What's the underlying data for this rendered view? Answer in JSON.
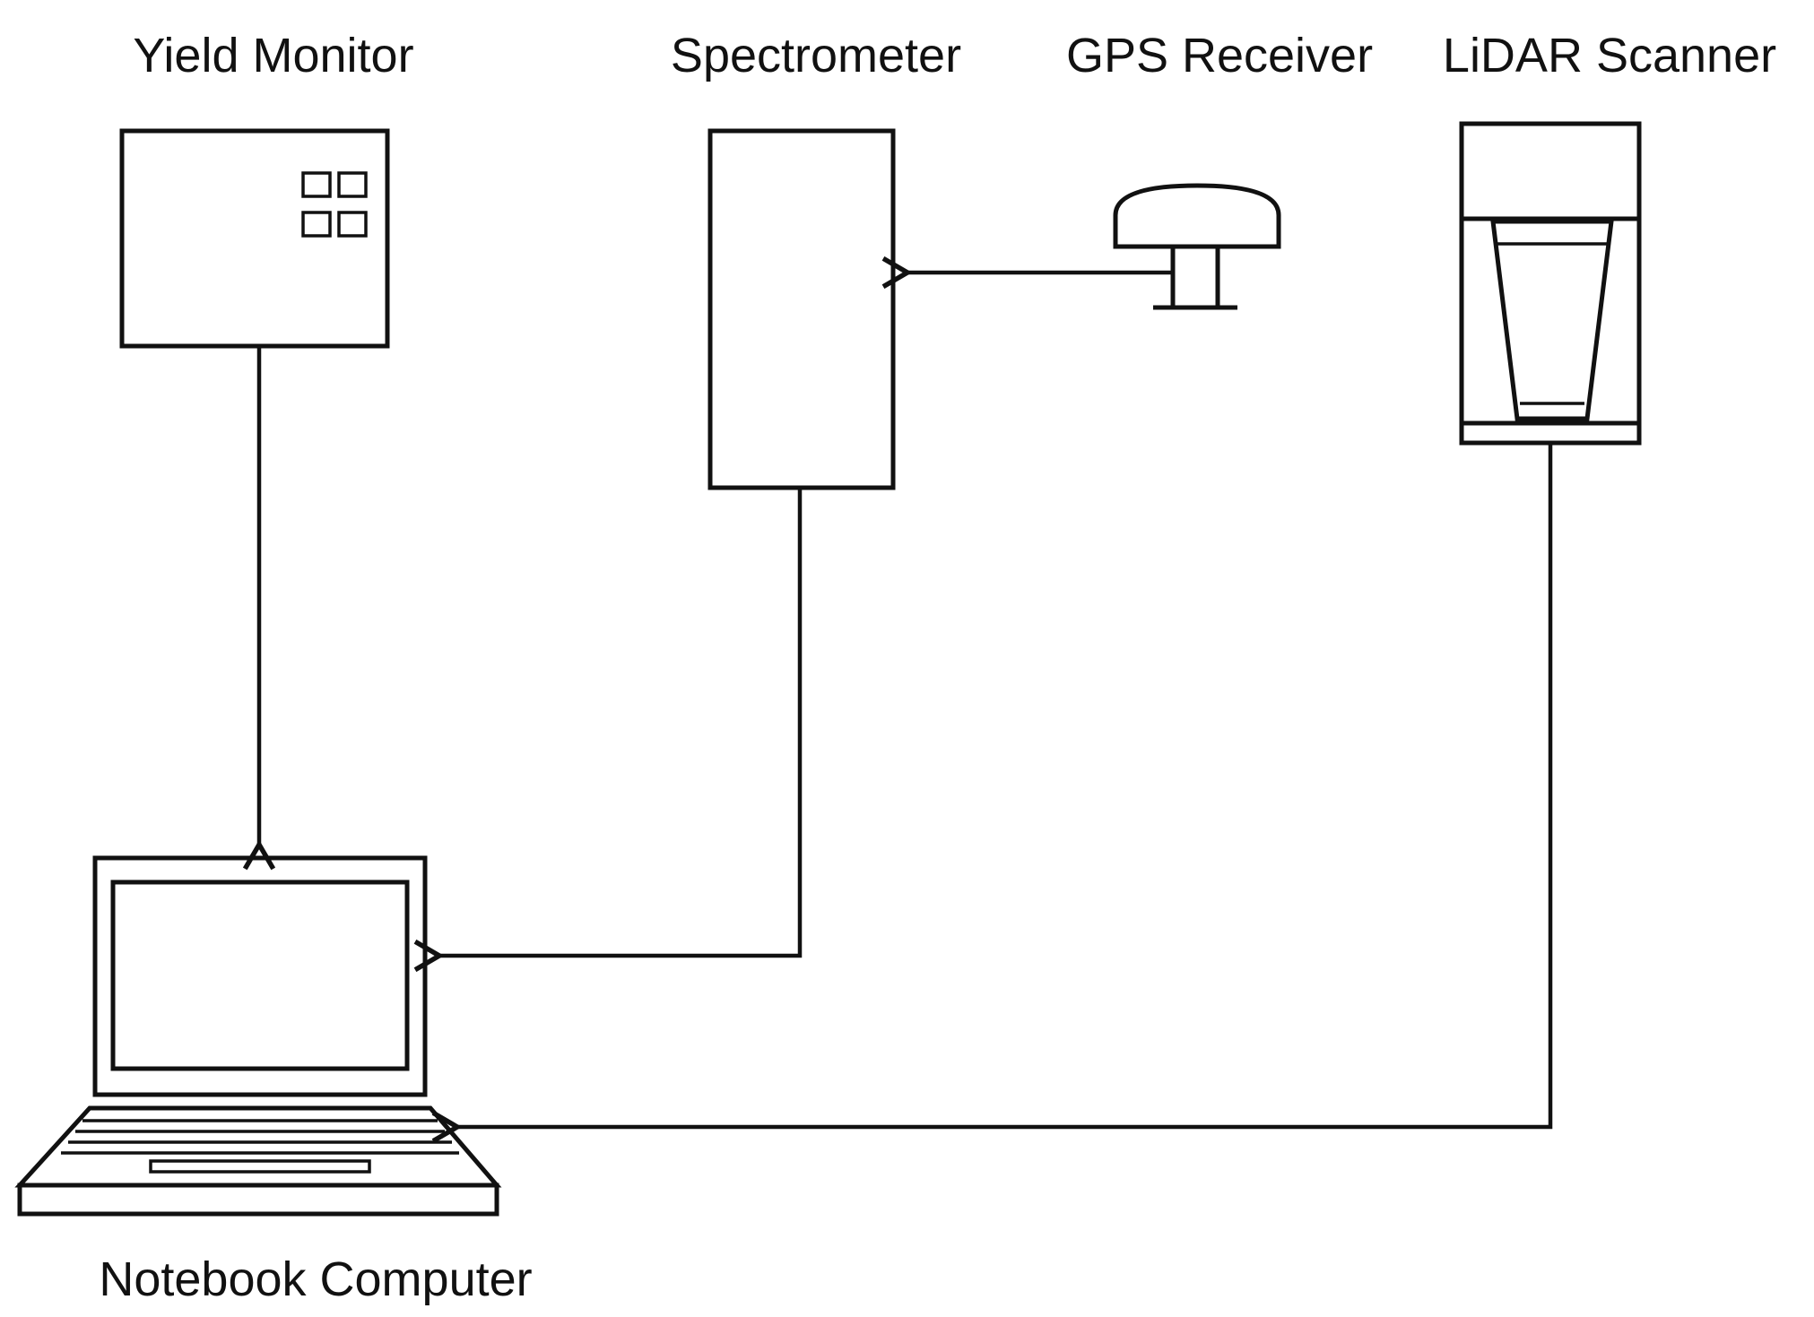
{
  "labels": {
    "yield_monitor": "Yield Monitor",
    "spectrometer": "Spectrometer",
    "gps_receiver": "GPS Receiver",
    "lidar_scanner": "LiDAR Scanner",
    "notebook_computer": "Notebook Computer"
  },
  "connections": [
    {
      "from": "Yield Monitor",
      "to": "Notebook Computer"
    },
    {
      "from": "GPS Receiver",
      "to": "Spectrometer"
    },
    {
      "from": "Spectrometer",
      "to": "Notebook Computer"
    },
    {
      "from": "LiDAR Scanner",
      "to": "Notebook Computer"
    }
  ],
  "colors": {
    "line": "#111111",
    "background": "#ffffff"
  },
  "icons": {
    "yield_monitor": "yield-monitor-icon",
    "spectrometer": "spectrometer-icon",
    "gps_receiver": "gps-antenna-icon",
    "lidar_scanner": "lidar-scanner-icon",
    "notebook_computer": "laptop-icon"
  }
}
